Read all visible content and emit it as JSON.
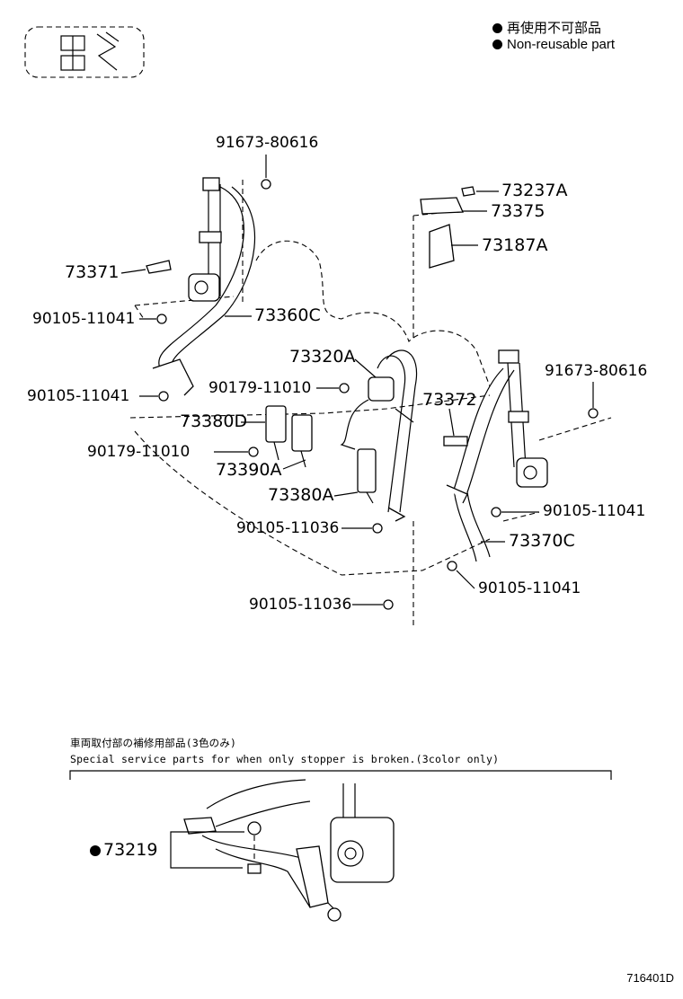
{
  "legend": {
    "jp": "再使用不可部品",
    "en": "Non-reusable part"
  },
  "parts": {
    "p_91673_top": "91673-80616",
    "p_73371": "73371",
    "p_90105_a": "90105-11041",
    "p_73360C": "73360C",
    "p_90105_b": "90105-11041",
    "p_90179_a": "90179-11010",
    "p_73380D": "73380D",
    "p_90179_b": "90179-11010",
    "p_73390A": "73390A",
    "p_73380A": "73380A",
    "p_90105_c": "90105-11036",
    "p_90105_d": "90105-11036",
    "p_73320A": "73320A",
    "p_73237A": "73237A",
    "p_73375": "73375",
    "p_73187A": "73187A",
    "p_73372": "73372",
    "p_91673_right": "91673-80616",
    "p_90105_e": "90105-11041",
    "p_73370C": "73370C",
    "p_90105_f": "90105-11041",
    "p_73219": "73219"
  },
  "service_note": {
    "jp": "車両取付部の補修用部品(3色のみ)",
    "en": "Special service parts for when only stopper is broken.(3color only)"
  },
  "figure_code": "716401D"
}
